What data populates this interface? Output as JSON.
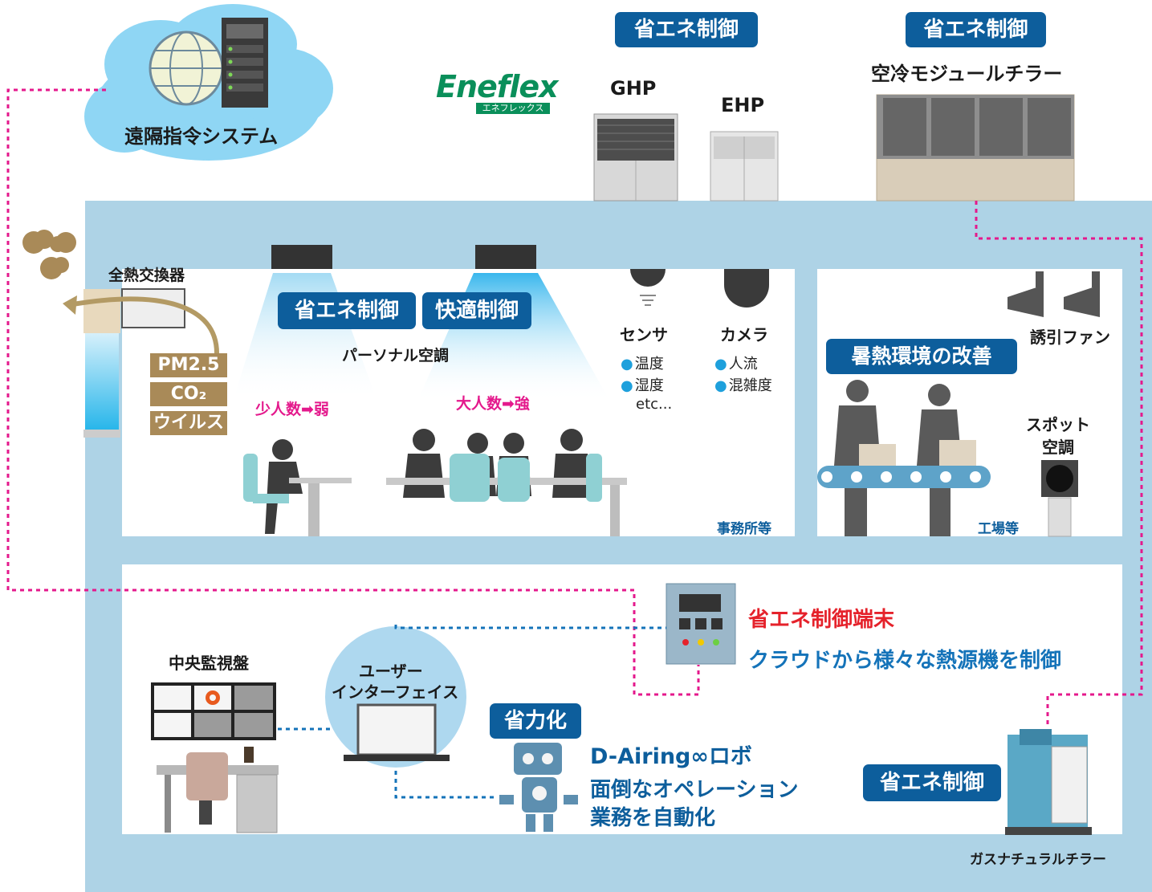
{
  "remote": {
    "label": "遠隔指令システム"
  },
  "brand": {
    "name": "Eneflex",
    "sub": "エネフレックス"
  },
  "top_badges": {
    "ghp_badge": "省エネ制御",
    "chiller_badge": "省エネ制御"
  },
  "equipment": {
    "ghp": "GHP",
    "ehp": "EHP",
    "chiller": "空冷モジュールチラー",
    "gas_chiller": "ガスナチュラルチラー"
  },
  "ventilation": {
    "exchanger": "全熱交換器",
    "pollutants": [
      "PM2.5",
      "CO₂",
      "ウイルス"
    ]
  },
  "office": {
    "badge_saving": "省エネ制御",
    "badge_comfort": "快適制御",
    "personal_ac": "パーソナル空調",
    "few_people": "少人数➡弱",
    "many_people": "大人数➡強",
    "area_label": "事務所等"
  },
  "sensor": {
    "title": "センサ",
    "items": [
      "温度",
      "湿度"
    ],
    "more": "etc..."
  },
  "camera": {
    "title": "カメラ",
    "items": [
      "人流",
      "混雑度"
    ]
  },
  "factory": {
    "badge": "暑熱環境の改善",
    "fan": "誘引ファン",
    "spot_ac_1": "スポット",
    "spot_ac_2": "空調",
    "area_label": "工場等"
  },
  "control_terminal": {
    "title": "省エネ制御端末",
    "desc": "クラウドから様々な熱源機を制御"
  },
  "monitor": {
    "title": "中央監視盤"
  },
  "ui": {
    "line1": "ユーザー",
    "line2": "インターフェイス"
  },
  "robot": {
    "badge": "省力化",
    "name": "D-Airing∞ロボ",
    "desc1": "面倒なオペレーション",
    "desc2": "業務を自動化"
  },
  "gas_badge": "省エネ制御",
  "colors": {
    "building": "#aed3e6",
    "navy": "#0d5e9c",
    "pink": "#e4198c",
    "red": "#e5222b",
    "blue": "#1473b9",
    "brown": "#a98a58"
  }
}
